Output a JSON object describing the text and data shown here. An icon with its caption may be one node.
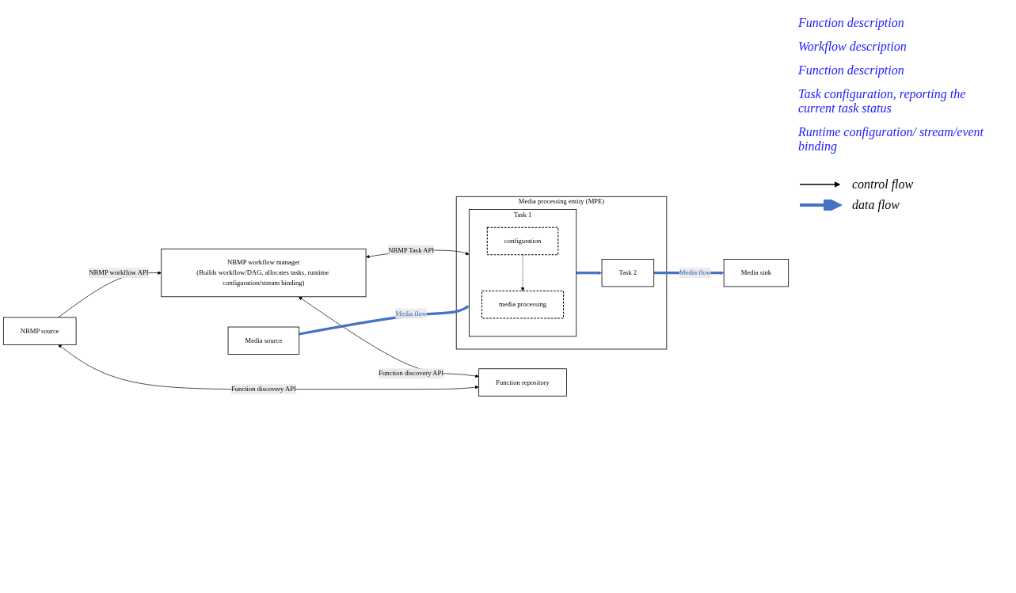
{
  "diagram": {
    "nodes": [
      {
        "text": [
          "NBMP source"
        ]
      },
      {
        "text": [
          "NBMP workflow manager",
          "(Builds workflow/DAG, allocates tasks, runtime configuration/stream binding)"
        ]
      },
      {
        "text": [
          "Function repository"
        ]
      },
      {
        "text": [
          "Media source"
        ]
      },
      {
        "text": [
          "Media processing entity (MPE)"
        ]
      },
      {
        "text": [
          "Task 1"
        ],
        "in": 4
      },
      {
        "text": [
          "configuration"
        ],
        "in": 5
      },
      {
        "text": [
          "media processing"
        ],
        "in": 5
      },
      {
        "text": [
          "Task 2"
        ],
        "in": 4
      },
      {
        "text": [
          "Media sink"
        ]
      }
    ],
    "edges": [
      {
        "from": 2,
        "to": 0,
        "arrow": "both",
        "label": "Function discovery API"
      },
      {
        "from": 0,
        "to": 1,
        "arrow": "to",
        "label": "NBMP workflow API"
      },
      {
        "from": 1,
        "to": 2,
        "arrow": "both",
        "label": "Function discovery API"
      },
      {
        "from": 1,
        "to": 5,
        "arrow": "both",
        "label": "NBMP Task API"
      },
      {
        "from": 3,
        "to": 5,
        "arrow": "to",
        "label": "Media flow",
        "style": "thick",
        "color": "#4472c4"
      },
      {
        "from": 6,
        "to": 7,
        "arrow": "to",
        "style": "dashed"
      },
      {
        "from": 5,
        "to": 8,
        "arrow": "to",
        "style": "thick",
        "color": "#4472c4"
      },
      {
        "from": 8,
        "to": 9,
        "arrow": "to",
        "label": "Media flow",
        "style": "thick",
        "color": "#4472c4"
      }
    ],
    "labels": [
      "Function description",
      "Workflow description",
      "Function description",
      "Task configuration, reporting the current task status",
      "Runtime configuration/ stream/event binding"
    ],
    "legend": [
      {
        "text": "control flow"
      },
      {
        "text": "data flow"
      }
    ]
  }
}
